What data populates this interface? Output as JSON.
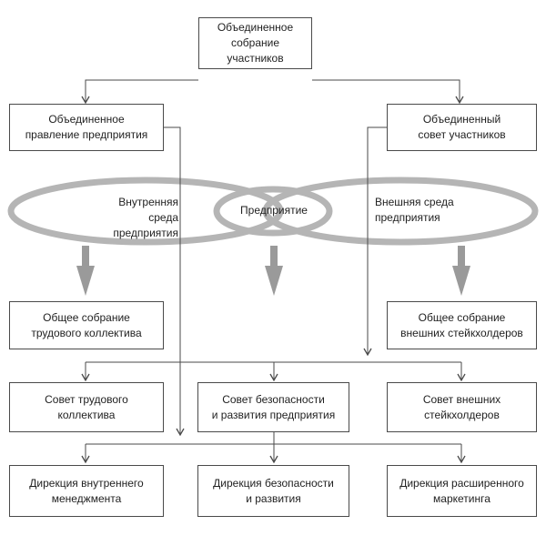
{
  "nodes": {
    "joint_meeting": "Объединенное\nсобрание участников",
    "joint_board": "Объединенное\nправление предприятия",
    "joint_council": "Объединенный\nсовет участников",
    "general_meeting_staff": "Общее собрание\nтрудового коллектива",
    "general_meeting_stakeholders": "Общее собрание\nвнешних стейкхолдеров",
    "staff_council": "Совет трудового\nколлектива",
    "security_council": "Совет безопасности\nи развития предприятия",
    "stakeholders_council": "Совет внешних\nстейкхолдеров",
    "internal_management": "Дирекция внутреннего\nменеджмента",
    "security_directorate": "Дирекция безопасности\nи развития",
    "marketing_directorate": "Дирекция расширенного\nмаркетинга"
  },
  "environment": {
    "internal": "Внутренняя среда\nпредприятия",
    "enterprise": "Предприятие",
    "external": "Внешняя среда\nпредприятия"
  },
  "colors": {
    "ellipse_stroke": "#b5b5b5",
    "thick_arrow": "#9a9a9a",
    "line": "#4a4a4a",
    "text": "#222222"
  }
}
